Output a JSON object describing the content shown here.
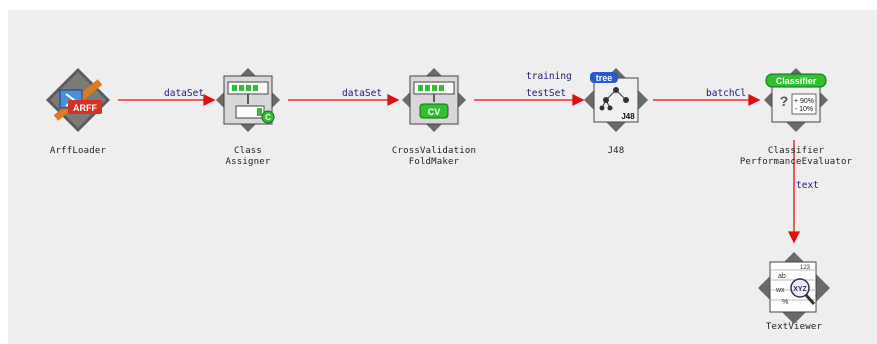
{
  "nodes": {
    "arffloader": {
      "label": "ArffLoader",
      "badge": "ARFF"
    },
    "class_assigner": {
      "label": "Class\nAssigner",
      "badge": "C"
    },
    "cv_foldmaker": {
      "label": "CrossValidation\nFoldMaker",
      "badge": "CV"
    },
    "j48": {
      "label": "J48",
      "badge": "J48",
      "tree_tag": "tree"
    },
    "evaluator": {
      "label": "Classifier\nPerformanceEvaluator",
      "badge": "Classifier",
      "plus": "+ 90%",
      "minus": "-  10%"
    },
    "textviewer": {
      "label": "TextViewer",
      "badge": "XYZ",
      "cells": [
        "ab",
        "123",
        "wx",
        "%"
      ]
    }
  },
  "connections": {
    "c1": "dataSet",
    "c2": "dataSet",
    "c3a": "training",
    "c3b": "testSet",
    "c4": "batchCl",
    "c5": "text"
  },
  "colors": {
    "wire": "#e01010",
    "label": "#1a1a7a",
    "canvas": "#eeeeee"
  }
}
